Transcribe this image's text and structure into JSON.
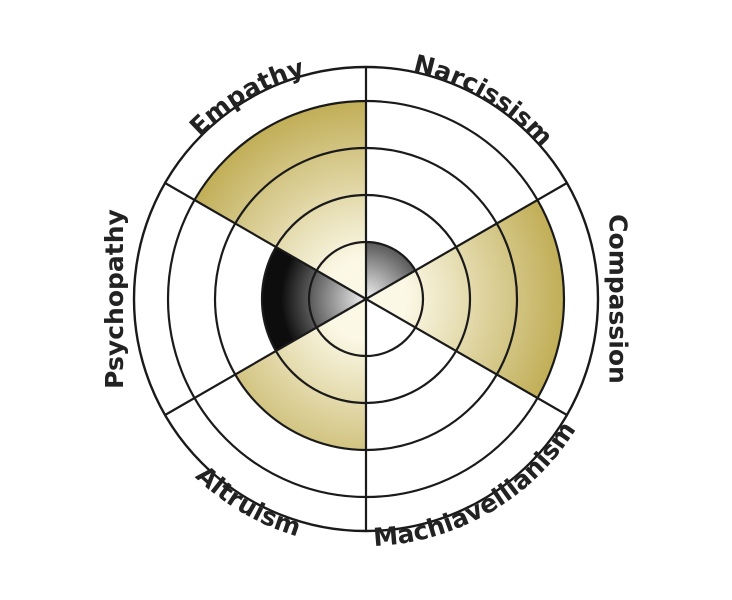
{
  "diagram": {
    "type": "radial-segment-wheel",
    "ring_count": 5,
    "segments": [
      {
        "label": "Narcissism",
        "level": 1,
        "fill": "dark"
      },
      {
        "label": "Compassion",
        "level": 4,
        "fill": "gold"
      },
      {
        "label": "Machiavellianism",
        "level": 0,
        "fill": "none"
      },
      {
        "label": "Altruism",
        "level": 3,
        "fill": "gold"
      },
      {
        "label": "Psychopathy",
        "level": 2,
        "fill": "dark"
      },
      {
        "label": "Empathy",
        "level": 4,
        "fill": "gold"
      }
    ]
  },
  "colors": {
    "gold_outer": "#c0ad55",
    "gold_inner": "#fbf8e6",
    "dark_outer": "#0d0d0d",
    "dark_inner": "#f2f2f2",
    "line": "#1a1a1a",
    "label": "#222222"
  }
}
